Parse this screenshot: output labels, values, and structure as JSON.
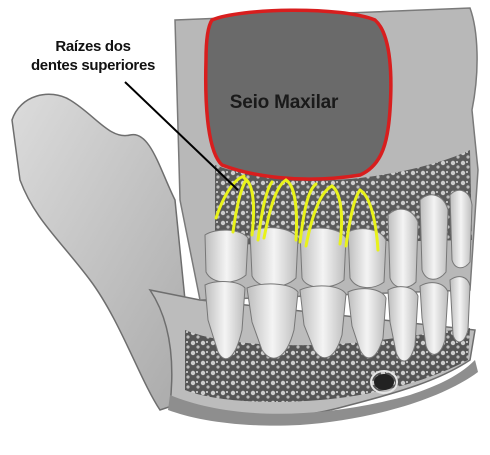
{
  "labels": {
    "roots_line1": "Raízes dos",
    "roots_line2": "dentes superiores",
    "sinus": "Seio Maxilar"
  },
  "colors": {
    "sinus_outline": "#d81e1e",
    "root_highlight": "#e8f21a",
    "leader_line": "#000000",
    "bone": "#cfcfcf",
    "tooth": "#ededed"
  }
}
